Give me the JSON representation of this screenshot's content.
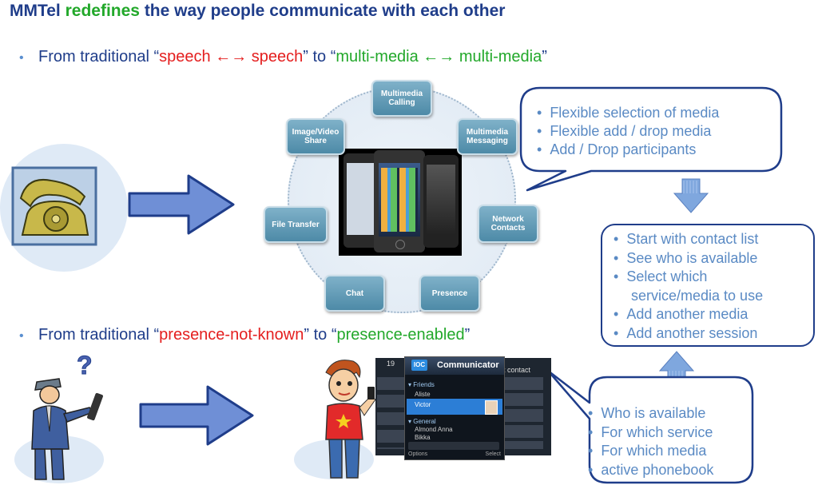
{
  "title": {
    "part1": "MMTel ",
    "part2": "redefines",
    "part3": " the way people communicate with each other"
  },
  "bullet1": {
    "dot": "•",
    "prefix": "From traditional “",
    "a": "speech ←→ speech",
    "mid": "” to “",
    "b": "multi-media ←→ multi-media",
    "suffix": "”"
  },
  "bullet2": {
    "dot": "•",
    "prefix": "From traditional “",
    "a": "presence-not-known",
    "mid": "” to “",
    "b": "presence-enabled",
    "suffix": "”"
  },
  "nodes": {
    "multimedia_calling": "Multimedia Calling",
    "multimedia_messaging": "Multimedia Messaging",
    "image_video_share": "Image/Video Share",
    "file_transfer": "File Transfer",
    "network_contacts": "Network Contacts",
    "chat": "Chat",
    "presence": "Presence"
  },
  "bubble_top": [
    "Flexible selection of media",
    "Flexible add / drop media",
    "Add / Drop participants"
  ],
  "bubble_right": [
    "Start with contact list",
    "See who is available",
    "Select which",
    "service/media to use",
    "Add another media",
    "Add another session"
  ],
  "bubble_bottom": [
    "Who is available",
    "For which service",
    "For which media",
    "active phonebook"
  ],
  "communicator": {
    "title": "Communicator",
    "logo": "IOC",
    "group1": "Friends",
    "group2": "General",
    "contacts": [
      "Aliste",
      "Victor",
      "Almond Anna",
      "Bikka"
    ],
    "left_softkey": "Options",
    "right_softkey": "Select",
    "side_label": "t contact",
    "side_time": "19"
  },
  "colors": {
    "navy": "#1f3d8a",
    "green": "#22a82a",
    "red": "#e41e1e",
    "bullet_blue": "#5a8ac4"
  }
}
